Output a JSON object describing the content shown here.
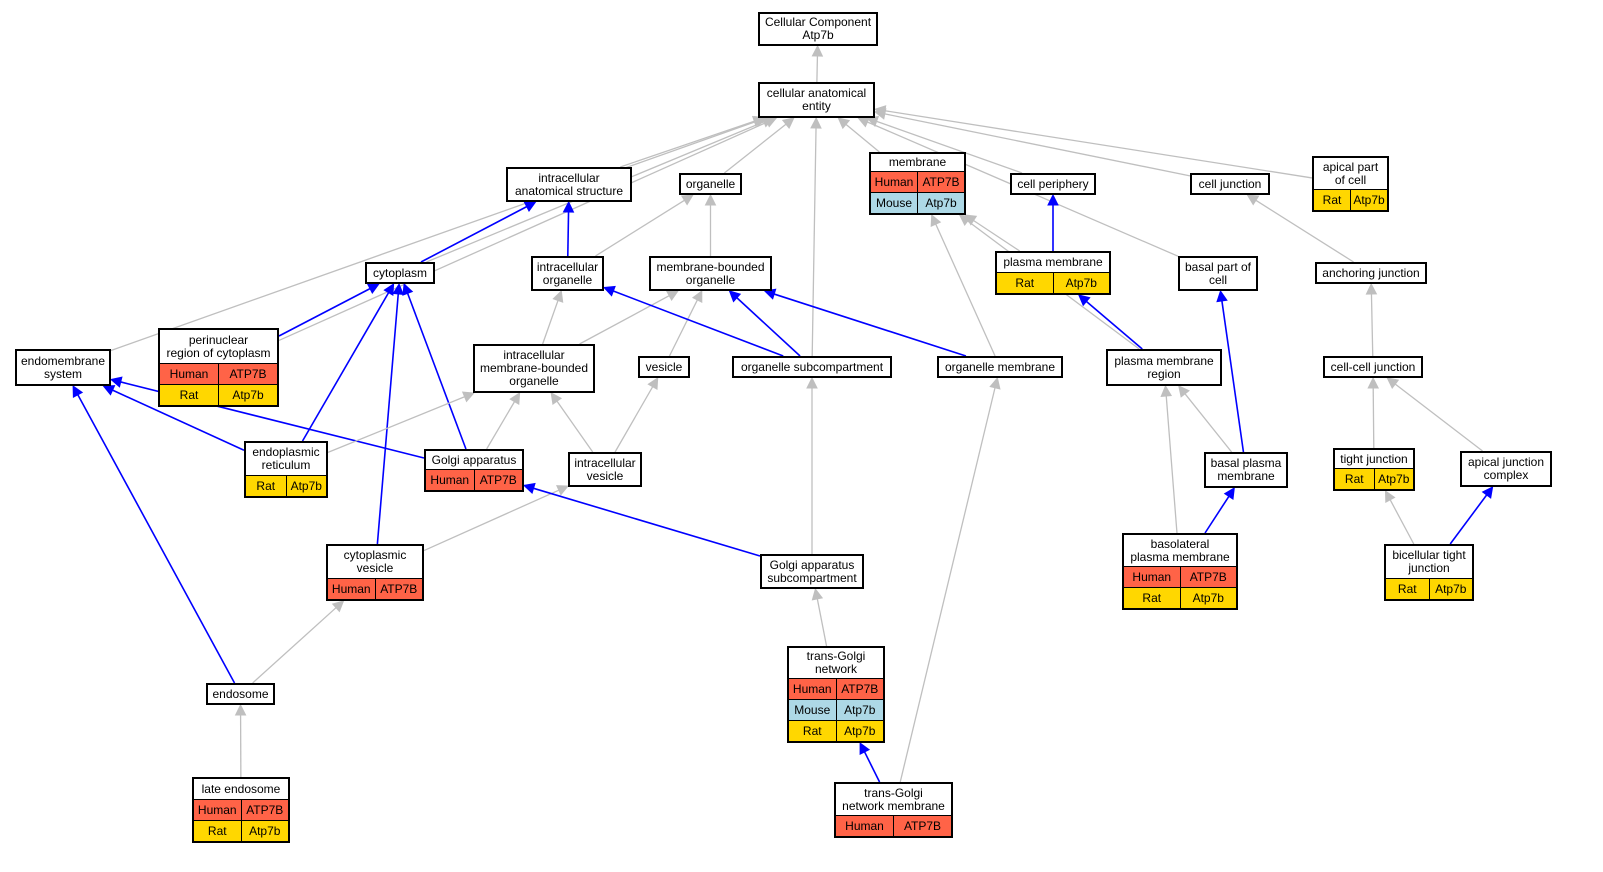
{
  "colors": {
    "human": "#ff6347",
    "mouse": "#add8e6",
    "rat": "#ffd700",
    "edge_isa": "#bfbfbf",
    "edge_partof": "#0000ff"
  },
  "nodes": [
    {
      "id": "root",
      "label": "Cellular Component\nAtp7b",
      "annotations": []
    },
    {
      "id": "cae",
      "label": "cellular anatomical\nentity",
      "annotations": []
    },
    {
      "id": "ias",
      "label": "intracellular\nanatomical structure",
      "annotations": []
    },
    {
      "id": "organelle",
      "label": "organelle",
      "annotations": []
    },
    {
      "id": "membrane",
      "label": "membrane",
      "annotations": [
        {
          "species": "Human",
          "gene": "ATP7B"
        },
        {
          "species": "Mouse",
          "gene": "Atp7b"
        }
      ]
    },
    {
      "id": "cellperiphery",
      "label": "cell periphery",
      "annotations": []
    },
    {
      "id": "celljunction",
      "label": "cell junction",
      "annotations": []
    },
    {
      "id": "apical",
      "label": "apical part\nof cell",
      "annotations": [
        {
          "species": "Rat",
          "gene": "Atp7b"
        }
      ]
    },
    {
      "id": "cytoplasm",
      "label": "cytoplasm",
      "annotations": []
    },
    {
      "id": "io",
      "label": "intracellular\norganelle",
      "annotations": []
    },
    {
      "id": "mbo",
      "label": "membrane-bounded\norganelle",
      "annotations": []
    },
    {
      "id": "pm",
      "label": "plasma membrane",
      "annotations": [
        {
          "species": "Rat",
          "gene": "Atp7b"
        }
      ]
    },
    {
      "id": "basalpart",
      "label": "basal part of\ncell",
      "annotations": []
    },
    {
      "id": "anchoring",
      "label": "anchoring junction",
      "annotations": []
    },
    {
      "id": "perinuclear",
      "label": "perinuclear\nregion of cytoplasm",
      "annotations": [
        {
          "species": "Human",
          "gene": "ATP7B"
        },
        {
          "species": "Rat",
          "gene": "Atp7b"
        }
      ]
    },
    {
      "id": "endomembrane",
      "label": "endomembrane\nsystem",
      "annotations": []
    },
    {
      "id": "imbo",
      "label": "intracellular\nmembrane-bounded\norganelle",
      "annotations": []
    },
    {
      "id": "vesicle",
      "label": "vesicle",
      "annotations": []
    },
    {
      "id": "osub",
      "label": "organelle subcompartment",
      "annotations": []
    },
    {
      "id": "omem",
      "label": "organelle membrane",
      "annotations": []
    },
    {
      "id": "pmr",
      "label": "plasma membrane\nregion",
      "annotations": []
    },
    {
      "id": "ccj",
      "label": "cell-cell junction",
      "annotations": []
    },
    {
      "id": "er",
      "label": "endoplasmic\nreticulum",
      "annotations": [
        {
          "species": "Rat",
          "gene": "Atp7b"
        }
      ]
    },
    {
      "id": "golgi",
      "label": "Golgi apparatus",
      "annotations": [
        {
          "species": "Human",
          "gene": "ATP7B"
        }
      ]
    },
    {
      "id": "iv",
      "label": "intracellular\nvesicle",
      "annotations": []
    },
    {
      "id": "bpm",
      "label": "basal plasma\nmembrane",
      "annotations": []
    },
    {
      "id": "tj",
      "label": "tight junction",
      "annotations": [
        {
          "species": "Rat",
          "gene": "Atp7b"
        }
      ]
    },
    {
      "id": "ajc",
      "label": "apical junction\ncomplex",
      "annotations": []
    },
    {
      "id": "cv",
      "label": "cytoplasmic\nvesicle",
      "annotations": [
        {
          "species": "Human",
          "gene": "ATP7B"
        }
      ]
    },
    {
      "id": "gas",
      "label": "Golgi apparatus\nsubcompartment",
      "annotations": []
    },
    {
      "id": "blpm",
      "label": "basolateral\nplasma membrane",
      "annotations": [
        {
          "species": "Human",
          "gene": "ATP7B"
        },
        {
          "species": "Rat",
          "gene": "Atp7b"
        }
      ]
    },
    {
      "id": "btj",
      "label": "bicellular tight\njunction",
      "annotations": [
        {
          "species": "Rat",
          "gene": "Atp7b"
        }
      ]
    },
    {
      "id": "tgn",
      "label": "trans-Golgi\nnetwork",
      "annotations": [
        {
          "species": "Human",
          "gene": "ATP7B"
        },
        {
          "species": "Mouse",
          "gene": "Atp7b"
        },
        {
          "species": "Rat",
          "gene": "Atp7b"
        }
      ]
    },
    {
      "id": "endosome",
      "label": "endosome",
      "annotations": []
    },
    {
      "id": "late",
      "label": "late endosome",
      "annotations": [
        {
          "species": "Human",
          "gene": "ATP7B"
        },
        {
          "species": "Rat",
          "gene": "Atp7b"
        }
      ]
    },
    {
      "id": "tgnm",
      "label": "trans-Golgi\nnetwork membrane",
      "annotations": [
        {
          "species": "Human",
          "gene": "ATP7B"
        }
      ]
    }
  ],
  "edges": [
    {
      "from": "cae",
      "to": "root",
      "type": "is_a"
    },
    {
      "from": "ias",
      "to": "cae",
      "type": "is_a"
    },
    {
      "from": "organelle",
      "to": "cae",
      "type": "is_a"
    },
    {
      "from": "membrane",
      "to": "cae",
      "type": "is_a"
    },
    {
      "from": "cellperiphery",
      "to": "cae",
      "type": "is_a"
    },
    {
      "from": "celljunction",
      "to": "cae",
      "type": "is_a"
    },
    {
      "from": "apical",
      "to": "cae",
      "type": "is_a"
    },
    {
      "from": "basalpart",
      "to": "cae",
      "type": "is_a"
    },
    {
      "from": "cytoplasm",
      "to": "cae",
      "type": "is_a"
    },
    {
      "from": "perinuclear",
      "to": "cae",
      "type": "is_a"
    },
    {
      "from": "endomembrane",
      "to": "cae",
      "type": "is_a"
    },
    {
      "from": "osub",
      "to": "cae",
      "type": "is_a"
    },
    {
      "from": "cytoplasm",
      "to": "ias",
      "type": "part_of"
    },
    {
      "from": "io",
      "to": "ias",
      "type": "part_of"
    },
    {
      "from": "io",
      "to": "organelle",
      "type": "is_a"
    },
    {
      "from": "mbo",
      "to": "organelle",
      "type": "is_a"
    },
    {
      "from": "pm",
      "to": "cellperiphery",
      "type": "part_of"
    },
    {
      "from": "pm",
      "to": "membrane",
      "type": "is_a"
    },
    {
      "from": "pmr",
      "to": "membrane",
      "type": "is_a"
    },
    {
      "from": "omem",
      "to": "membrane",
      "type": "is_a"
    },
    {
      "from": "anchoring",
      "to": "celljunction",
      "type": "is_a"
    },
    {
      "from": "perinuclear",
      "to": "cytoplasm",
      "type": "part_of"
    },
    {
      "from": "er",
      "to": "cytoplasm",
      "type": "part_of"
    },
    {
      "from": "golgi",
      "to": "cytoplasm",
      "type": "part_of"
    },
    {
      "from": "cv",
      "to": "cytoplasm",
      "type": "part_of"
    },
    {
      "from": "imbo",
      "to": "io",
      "type": "is_a"
    },
    {
      "from": "imbo",
      "to": "mbo",
      "type": "is_a"
    },
    {
      "from": "vesicle",
      "to": "mbo",
      "type": "is_a"
    },
    {
      "from": "osub",
      "to": "io",
      "type": "part_of"
    },
    {
      "from": "osub",
      "to": "mbo",
      "type": "part_of"
    },
    {
      "from": "omem",
      "to": "mbo",
      "type": "part_of"
    },
    {
      "from": "pmr",
      "to": "pm",
      "type": "part_of"
    },
    {
      "from": "bpm",
      "to": "basalpart",
      "type": "part_of"
    },
    {
      "from": "ccj",
      "to": "anchoring",
      "type": "is_a"
    },
    {
      "from": "er",
      "to": "endomembrane",
      "type": "part_of"
    },
    {
      "from": "golgi",
      "to": "endomembrane",
      "type": "part_of"
    },
    {
      "from": "endosome",
      "to": "endomembrane",
      "type": "part_of"
    },
    {
      "from": "er",
      "to": "imbo",
      "type": "is_a"
    },
    {
      "from": "golgi",
      "to": "imbo",
      "type": "is_a"
    },
    {
      "from": "iv",
      "to": "imbo",
      "type": "is_a"
    },
    {
      "from": "iv",
      "to": "vesicle",
      "type": "is_a"
    },
    {
      "from": "bpm",
      "to": "pmr",
      "type": "is_a"
    },
    {
      "from": "blpm",
      "to": "pmr",
      "type": "is_a"
    },
    {
      "from": "tj",
      "to": "ccj",
      "type": "is_a"
    },
    {
      "from": "ajc",
      "to": "ccj",
      "type": "is_a"
    },
    {
      "from": "cv",
      "to": "iv",
      "type": "is_a"
    },
    {
      "from": "gas",
      "to": "osub",
      "type": "is_a"
    },
    {
      "from": "gas",
      "to": "golgi",
      "type": "part_of"
    },
    {
      "from": "blpm",
      "to": "bpm",
      "type": "part_of"
    },
    {
      "from": "btj",
      "to": "tj",
      "type": "is_a"
    },
    {
      "from": "btj",
      "to": "ajc",
      "type": "part_of"
    },
    {
      "from": "tgn",
      "to": "gas",
      "type": "is_a"
    },
    {
      "from": "endosome",
      "to": "cv",
      "type": "is_a"
    },
    {
      "from": "late",
      "to": "endosome",
      "type": "is_a"
    },
    {
      "from": "tgnm",
      "to": "tgn",
      "type": "part_of"
    },
    {
      "from": "tgnm",
      "to": "omem",
      "type": "is_a"
    }
  ]
}
